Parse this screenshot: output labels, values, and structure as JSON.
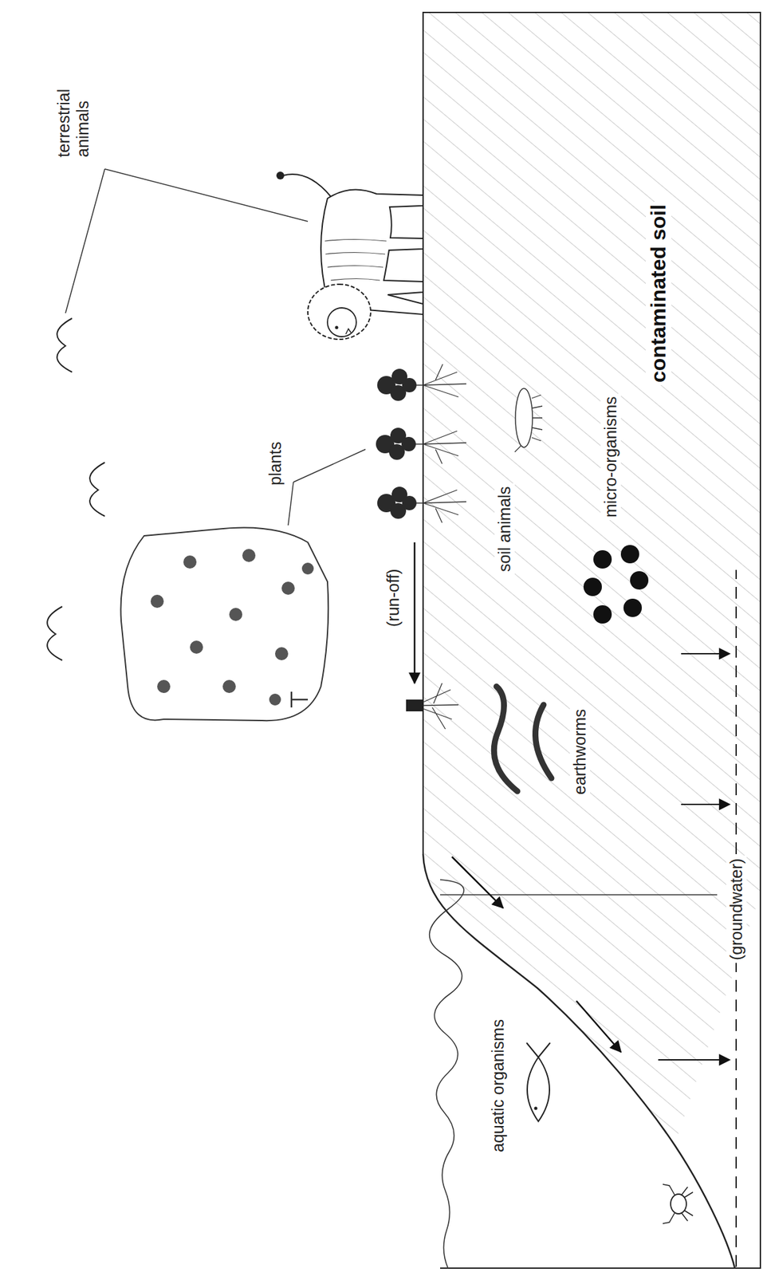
{
  "diagram": {
    "labels": [
      "terrestrial animals",
      "plants",
      "(run-off)",
      "soil animals",
      "earthworms",
      "micro-organisms",
      "contaminated soil",
      "aquatic organisms",
      "(groundwater)"
    ]
  }
}
